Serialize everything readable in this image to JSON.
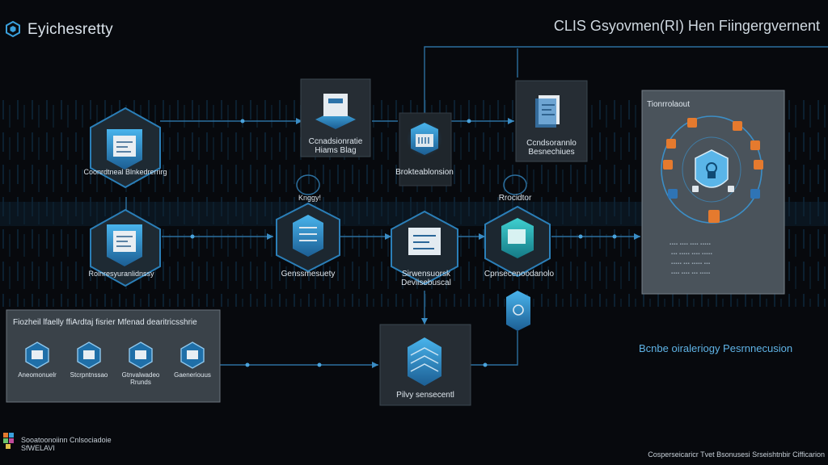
{
  "header": {
    "brand": "Eyichesretty",
    "title": "CLIS Gsyovmen(RI) Hen Fiingergvernent"
  },
  "nodes": {
    "top_left_caption": "Coonrdtneal Blnkedrerrirg",
    "mid_left_caption": "Roinresyuranlidnssy",
    "top_center_caption": "Ccnadsionratie Hiams Blag",
    "top_center_badge": "Knggy!",
    "upper_middle_caption": "Brokteablonsion",
    "upper_right_caption": "Ccndsorannlo Besnechiues",
    "upper_right_badge": "Rrocidtor",
    "row2_left_caption": "Genssmesuety",
    "row2_center_caption": "Sirwensuorsk Deviisebuscal",
    "row2_right_caption": "Cpnsecenoodanolo",
    "bottom_center_caption": "Pilvy sensecentl"
  },
  "panels": {
    "left_panel_title": "Fiozheil lfaelly ffiArdtaj fisrier Mfenad dearitricsshrie",
    "left_panel_items": [
      "Aneomonuelr",
      "Stcrpntnssao",
      "Gtnvalwadeo Rrunds",
      "Gaeneriouus"
    ],
    "right_panel_title": "Tionrrolaout",
    "right_panel_text": "Bcnbe oiraleriogy Pesrnnecusion"
  },
  "footer": {
    "left": "Sooatoonoiinn Cnlsociadoie SfWELAVI",
    "right": "Cosperseicaricr Tvet Bsonusesi Srseishtnbir Cifficarion"
  },
  "colors": {
    "accent_blue": "#2f9ad8",
    "line_blue": "#2c6f9e",
    "panel_gray": "#3d454d",
    "orange": "#e57a2e"
  }
}
